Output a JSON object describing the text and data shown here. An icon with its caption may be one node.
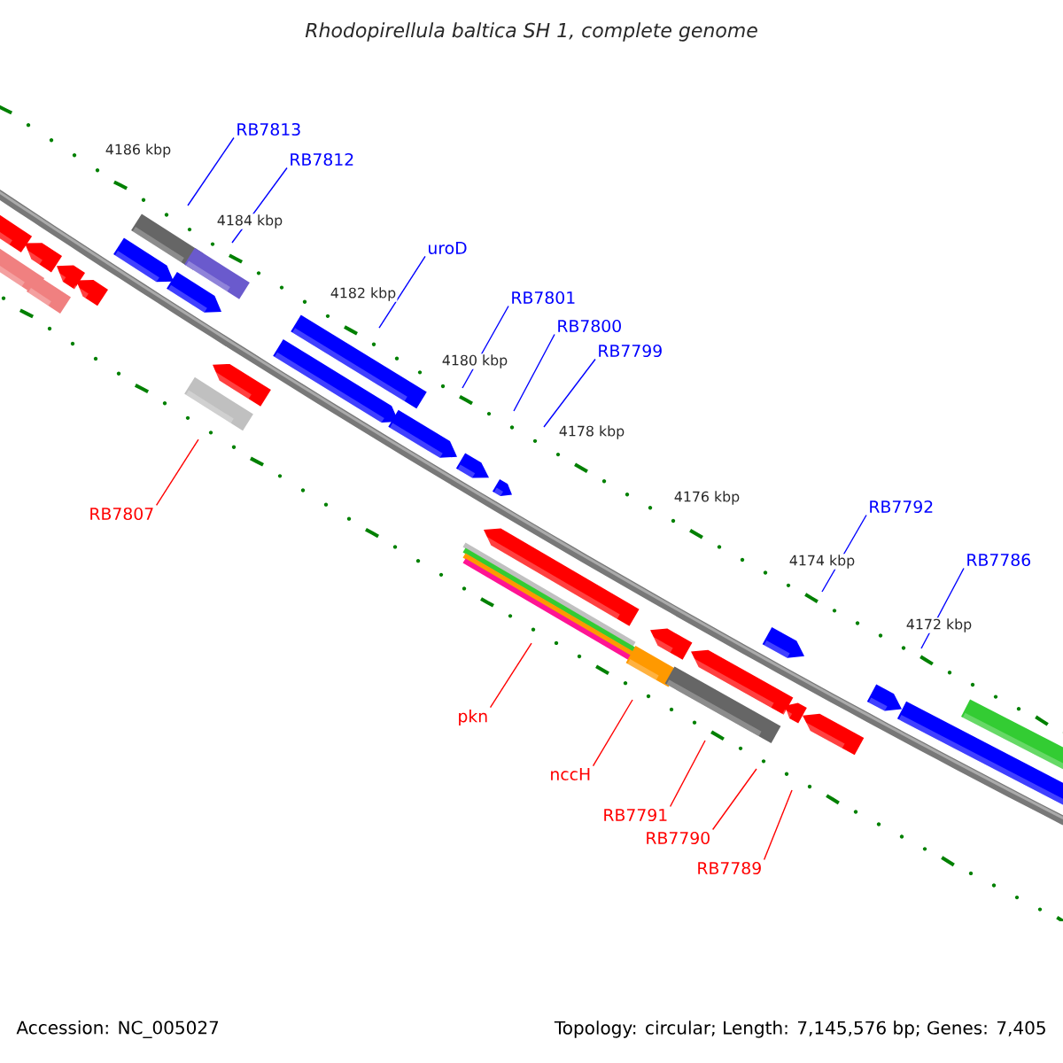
{
  "diagram": {
    "title": "Rhodopirellula baltica SH 1, complete genome",
    "nodes": [
      {
        "text": [
          "RB7813"
        ]
      },
      {
        "text": [
          "RB7812"
        ]
      },
      {
        "text": [
          "uroD"
        ]
      },
      {
        "text": [
          "RB7801"
        ]
      },
      {
        "text": [
          "RB7800"
        ]
      },
      {
        "text": [
          "RB7799"
        ]
      },
      {
        "text": [
          "RB7792"
        ]
      },
      {
        "text": [
          "RB7807"
        ]
      },
      {
        "text": [
          "RB7786"
        ]
      },
      {
        "text": [
          "pkn"
        ]
      },
      {
        "text": [
          "nccH"
        ]
      },
      {
        "text": [
          "RB7791"
        ]
      },
      {
        "text": [
          "RB7790"
        ]
      },
      {
        "text": [
          "RB7789"
        ]
      }
    ],
    "edges": [
      {
        "from": 0,
        "to": null,
        "arrow": "none"
      },
      {
        "from": 1,
        "to": null,
        "arrow": "none"
      },
      {
        "from": 2,
        "to": null,
        "arrow": "none"
      },
      {
        "from": 3,
        "to": null,
        "arrow": "none"
      },
      {
        "from": 4,
        "to": null,
        "arrow": "none"
      },
      {
        "from": 5,
        "to": null,
        "arrow": "none"
      },
      {
        "from": 6,
        "to": null,
        "arrow": "none"
      },
      {
        "from": 7,
        "to": null,
        "arrow": "none",
        "color": "#ff0000"
      },
      {
        "from": 8,
        "to": null,
        "arrow": "none"
      },
      {
        "from": 9,
        "to": null,
        "arrow": "none",
        "color": "#ff0000"
      },
      {
        "from": 10,
        "to": null,
        "arrow": "none",
        "color": "#ff0000"
      },
      {
        "from": 11,
        "to": null,
        "arrow": "none",
        "color": "#ff0000"
      },
      {
        "from": 12,
        "to": null,
        "arrow": "none",
        "color": "#ff0000"
      },
      {
        "from": 13,
        "to": null,
        "arrow": "none",
        "color": "#ff0000"
      }
    ],
    "labels": [
      "4186 kbp",
      "4184 kbp",
      "4182 kbp",
      "4180 kbp",
      "4178 kbp",
      "4176 kbp",
      "4174 kbp",
      "4172 kbp",
      "Accession: NC_005027",
      "Topology: circular; Length: 7,145,576 bp; Genes: 7,405"
    ]
  }
}
